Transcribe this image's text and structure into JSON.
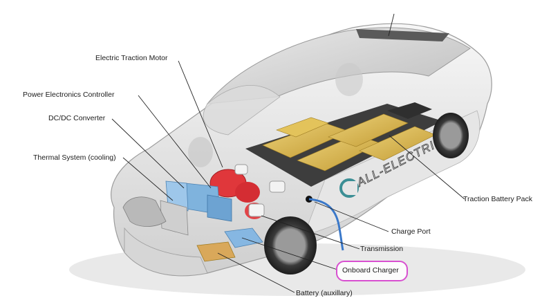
{
  "callouts": {
    "electric_traction_motor": "Electric Traction Motor",
    "power_electronics_controller": "Power Electronics Controller",
    "dc_dc_converter": "DC/DC Converter",
    "thermal_system": "Thermal System (cooling)",
    "traction_battery_pack": "Traction Battery Pack",
    "charge_port": "Charge Port",
    "transmission": "Transmission",
    "onboard_charger": "Onboard Charger",
    "battery_auxiliary": "Battery (auxillary)"
  },
  "vehicle_branding": "ALL-ELECTRIC",
  "colors": {
    "highlight_border": "#d84fd0",
    "battery_gold": "#d9b24a",
    "motor_red": "#e0373b",
    "converter_blue": "#7fb3dd",
    "charge_cable_blue": "#3a78c9"
  },
  "icons": {
    "brand_logo": "c-swoosh-logo"
  }
}
